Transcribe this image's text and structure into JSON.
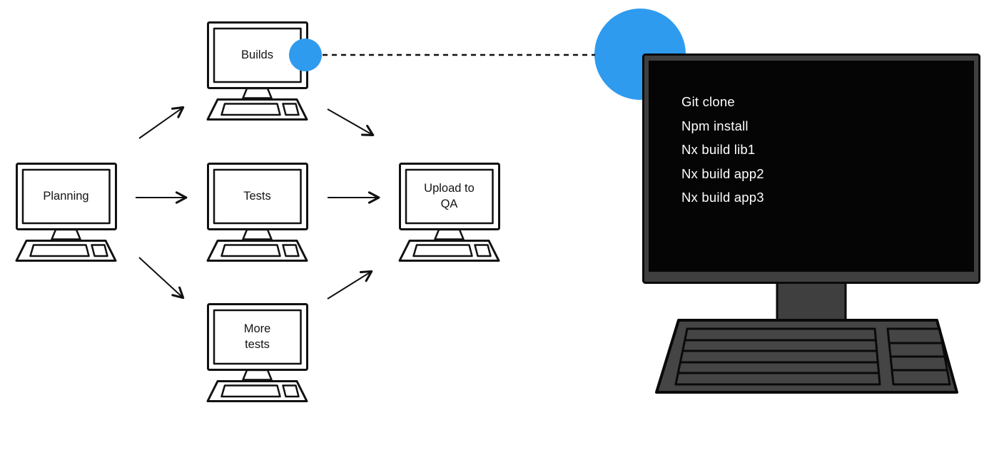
{
  "colors": {
    "accent_blue": "#2E9BEF",
    "line_black": "#111111",
    "monitor_gray": "#3f3f3f",
    "screen_black": "#050505"
  },
  "diagram": {
    "planning": {
      "label": "Planning"
    },
    "builds": {
      "label": "Builds"
    },
    "tests": {
      "label": "Tests"
    },
    "more_tests": {
      "line1": "More",
      "line2": "tests"
    },
    "upload_qa": {
      "line1": "Upload to",
      "line2": "QA"
    }
  },
  "terminal": {
    "lines": [
      "Git clone",
      "Npm install",
      "Nx build lib1",
      "Nx build app2",
      "Nx build app3"
    ]
  }
}
